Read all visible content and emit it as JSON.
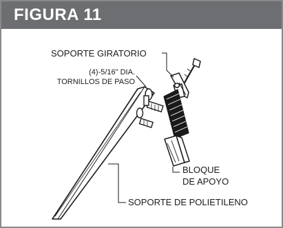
{
  "figure": {
    "title": "FIGURA 11"
  },
  "callouts": {
    "swivel_bracket": "SOPORTE GIRATORIO",
    "bolts_line1": "(4)-5/16\" DIA.",
    "bolts_line2": "TORNILLOS DE PASO",
    "bearing_block_line1": "BLOQUE",
    "bearing_block_line2": "DE APOYO",
    "poly_bracket": "SOPORTE DE POLIETILENO"
  },
  "colors": {
    "header_background": "#6d6e71",
    "frame_border": "#8a8a8a",
    "title_text": "#ffffff",
    "line_art": "#1a1a1a"
  }
}
